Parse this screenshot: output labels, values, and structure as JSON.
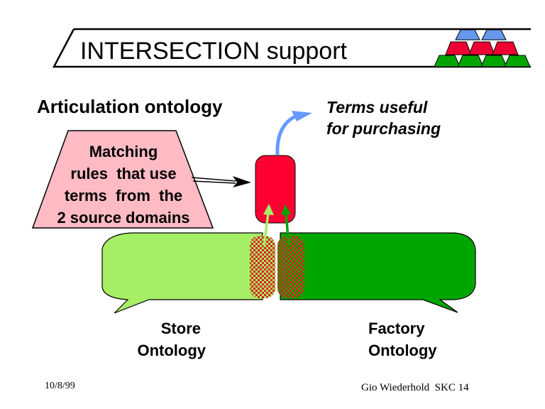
{
  "slide": {
    "title": "INTERSECTION support",
    "heading": "Articulation ontology",
    "annotation": {
      "line1": "Terms useful",
      "line2": "for purchasing"
    },
    "rules_box": {
      "lines": [
        "Matching",
        "rules  that use",
        "terms  from  the",
        "2 source domains"
      ]
    },
    "store": {
      "line1": "Store",
      "line2": "Ontology"
    },
    "factory": {
      "line1": "Factory",
      "line2": "Ontology"
    },
    "footer": {
      "date": "10/8/99",
      "credit": "Gio Wiederhold  SKC 14"
    },
    "logo": {
      "icon": "stacked-trapezoids-pyramid-icon",
      "rows": [
        {
          "count": 2,
          "color": "#6699ee"
        },
        {
          "count": 3,
          "color": "#ee0033"
        },
        {
          "count": 4,
          "color": "#00a600"
        }
      ]
    }
  },
  "colors": {
    "store_fill": "#a6ee66",
    "factory_fill": "#00a600",
    "articulation_fill": "#ff0033",
    "checker_red": "#dd2222",
    "rules_fill": "#ffbbc4",
    "blue_arrow": "#6699ff"
  }
}
